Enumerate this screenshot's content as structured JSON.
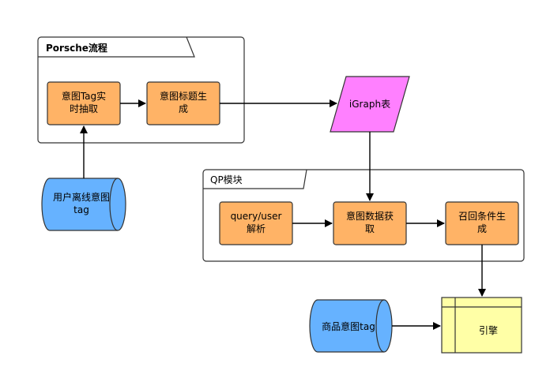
{
  "porsche_frame": {
    "title": "Porsche流程"
  },
  "qp_frame": {
    "title": "QP模块"
  },
  "nodes": {
    "intent_tag_extract": {
      "line1": "意图Tag实",
      "line2": "时抽取"
    },
    "intent_title_gen": {
      "line1": "意图标题生",
      "line2": "成"
    },
    "igraph_table": {
      "label": "iGraph表"
    },
    "user_offline_intent": {
      "line1": "用户离线意图",
      "line2": "tag"
    },
    "query_user_parse": {
      "line1": "query/user",
      "line2": "解析"
    },
    "intent_data_fetch": {
      "line1": "意图数据获",
      "line2": "取"
    },
    "recall_condition_gen": {
      "line1": "召回条件生",
      "line2": "成"
    },
    "product_intent_tag": {
      "label": "商品意图tag"
    },
    "engine": {
      "label": "引擎"
    }
  },
  "colors": {
    "process_fill": "#FFB366",
    "process_stroke": "#333333",
    "igraph_fill": "#FF80FF",
    "db_fill": "#66B2FF",
    "engine_fill": "#FFFFA6",
    "frame_stroke": "#333333"
  }
}
